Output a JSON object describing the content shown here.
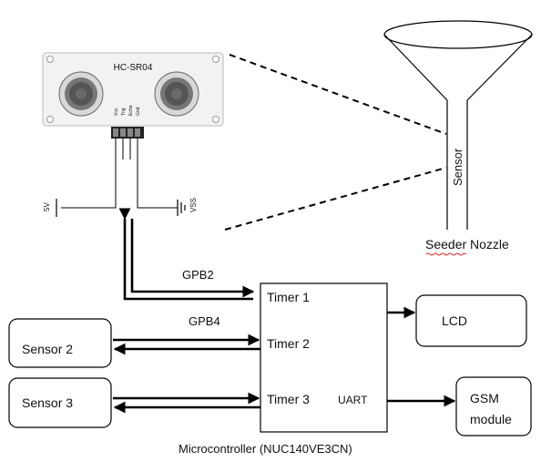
{
  "sensor_module": {
    "model": "HC-SR04",
    "pins": [
      "Vcc",
      "Trig",
      "Echo",
      "Gnd"
    ],
    "supply_label": "5V",
    "ground_label": "VSS"
  },
  "nozzle": {
    "sensor_label": "Sensor",
    "caption": "Seeder Nozzle"
  },
  "signals": {
    "gpb2": "GPB2",
    "gpb4": "GPB4"
  },
  "microcontroller": {
    "timer1": "Timer 1",
    "timer2": "Timer 2",
    "timer3": "Timer 3",
    "uart": "UART",
    "caption": "Microcontroller  (NUC140VE3CN)"
  },
  "peripherals": {
    "sensor2": "Sensor 2",
    "sensor3": "Sensor 3",
    "lcd": "LCD",
    "gsm_line1": "GSM",
    "gsm_line2": "module"
  },
  "colors": {
    "line": "#000000",
    "module_fill": "#f2f2f2",
    "transducer": "#555555"
  }
}
